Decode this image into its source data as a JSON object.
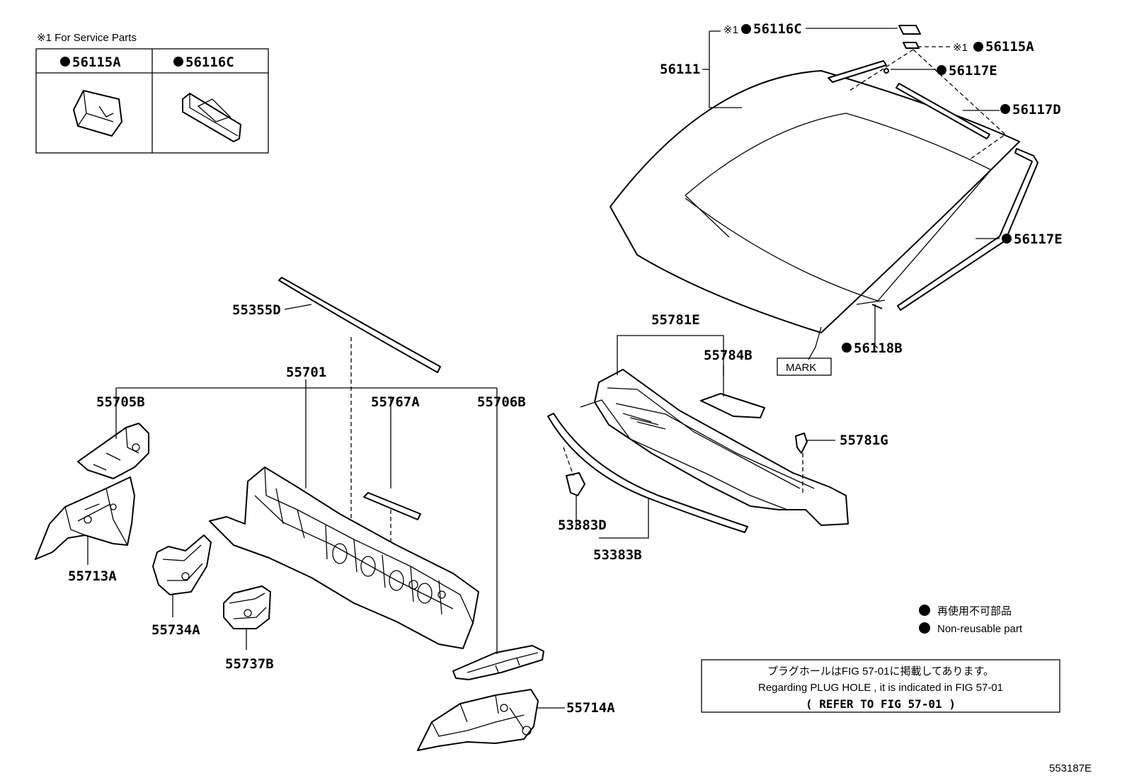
{
  "service_box": {
    "title": "※1 For Service Parts",
    "col1": "56115A",
    "col2": "56116C"
  },
  "labels": {
    "p56116C": "56116C",
    "p56115A": "56115A",
    "p56111": "56111",
    "p56117E_top": "56117E",
    "p56117D": "56117D",
    "p56117E_right": "56117E",
    "p56118B": "56118B",
    "mark": "MARK",
    "p55781E": "55781E",
    "p55784B": "55784B",
    "p55781G": "55781G",
    "p53383D": "53383D",
    "p53383B": "53383B",
    "p55355D": "55355D",
    "p55701": "55701",
    "p55705B": "55705B",
    "p55767A": "55767A",
    "p55706B": "55706B",
    "p55713A": "55713A",
    "p55734A": "55734A",
    "p55737B": "55737B",
    "p55714A": "55714A",
    "ref_mark_1": "※1",
    "ref_mark_2": "※1"
  },
  "legend": {
    "jp": "再使用不可部品",
    "en": "Non-reusable part"
  },
  "note": {
    "line1": "プラグホールはFIG 57-01に掲載してあります。",
    "line2": "Regarding PLUG HOLE , it is indicated in FIG 57-01",
    "line3": "( REFER TO FIG 57-01 )"
  },
  "figure_id": "553187E"
}
